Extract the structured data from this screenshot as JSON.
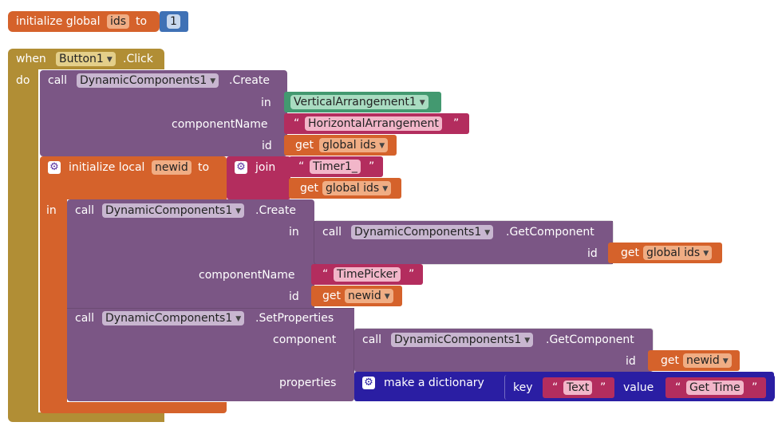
{
  "colors": {
    "variables": "#d5622b",
    "variables_light": "#f0ad84",
    "event": "#b18e35",
    "event_light": "#e4cf8a",
    "component": "#7b5685",
    "component_light": "#c8b6d0",
    "text": "#b32d5e",
    "text_light": "#f2b6c9",
    "math": "#3f71b5",
    "arrangement": "#439970",
    "arrangement_light": "#a9dcc1",
    "dictionary": "#2a1ea3",
    "join": "#b32d5e"
  },
  "global_init": {
    "label": "initialize global",
    "var": "ids",
    "to": "to",
    "value": "1"
  },
  "event": {
    "when": "when",
    "component": "Button1",
    "event": ".Click",
    "do": "do"
  },
  "create1": {
    "call": "call",
    "component": "DynamicComponents1",
    "method": ".Create",
    "in_label": "in",
    "in_value": "VerticalArrangement1",
    "name_label": "componentName",
    "name_value": "HorizontalArrangement",
    "id_label": "id",
    "id_get": "get",
    "id_var": "global ids"
  },
  "local": {
    "label": "initialize local",
    "var": "newid",
    "to": "to",
    "join": "join",
    "join_text": "Timer1_",
    "join_get": "get",
    "join_var": "global ids",
    "in": "in"
  },
  "create2": {
    "call": "call",
    "component": "DynamicComponents1",
    "method": ".Create",
    "in_label": "in",
    "gc_call": "call",
    "gc_component": "DynamicComponents1",
    "gc_method": ".GetComponent",
    "gc_id_label": "id",
    "gc_get": "get",
    "gc_var": "global ids",
    "name_label": "componentName",
    "name_value": "TimePicker",
    "id_label": "id",
    "id_get": "get",
    "id_var": "newid"
  },
  "setprops": {
    "call": "call",
    "component": "DynamicComponents1",
    "method": ".SetProperties",
    "comp_label": "component",
    "gc_call": "call",
    "gc_component": "DynamicComponents1",
    "gc_method": ".GetComponent",
    "gc_id_label": "id",
    "gc_get": "get",
    "gc_var": "newid",
    "props_label": "properties",
    "dict_label": "make a dictionary",
    "key_label": "key",
    "key_value": "Text",
    "value_label": "value",
    "value_value": "Get Time"
  },
  "quote_open": "“",
  "quote_close": "”"
}
